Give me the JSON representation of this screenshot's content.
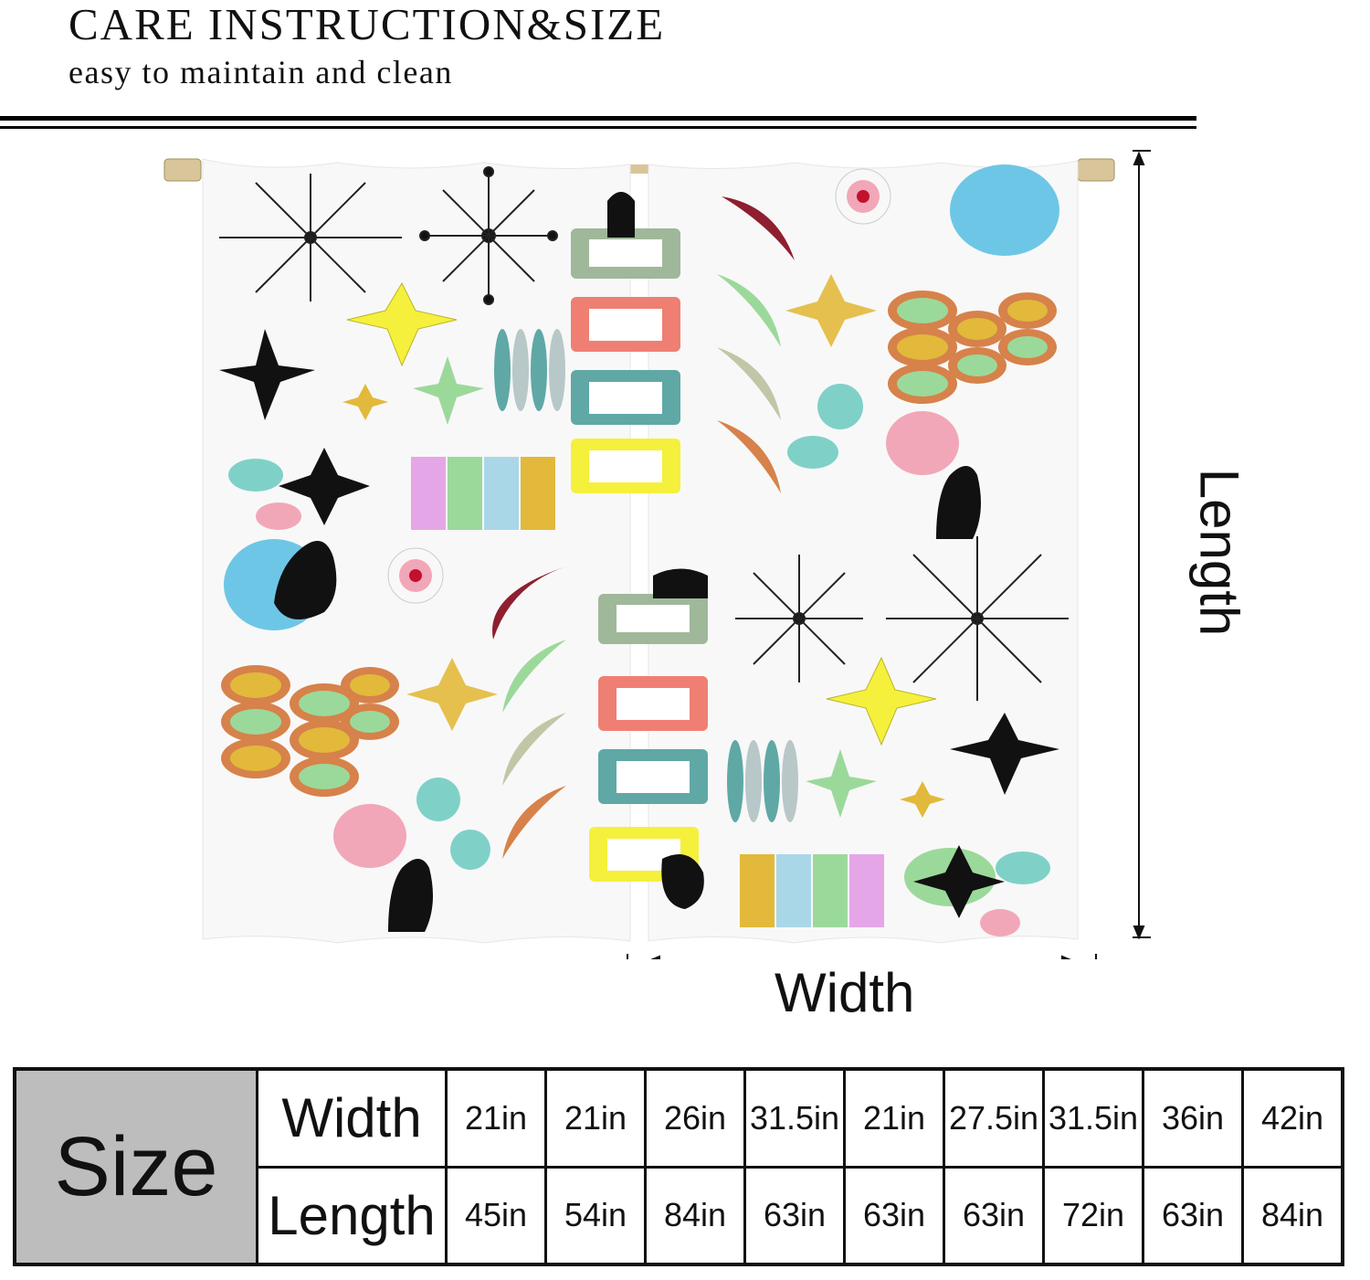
{
  "header": {
    "title": "CARE INSTRUCTION&SIZE",
    "subtitle": "easy to maintain and clean"
  },
  "diagram": {
    "width_label": "Width",
    "length_label": "Length"
  },
  "colors": {
    "teal": "#5fa8a6",
    "coral": "#ef7f73",
    "mustard": "#e2b93b",
    "sky": "#6ec6e6",
    "pink": "#f2a7b8",
    "sage": "#9fb89a",
    "lime": "#9bd99a",
    "maroon": "#8e1f2f",
    "rust": "#d6824a",
    "yellow": "#f5f03c"
  },
  "size_table": {
    "header": "Size",
    "width_label": "Width",
    "length_label": "Length",
    "widths": [
      "21in",
      "21in",
      "26in",
      "31.5in",
      "21in",
      "27.5in",
      "31.5in",
      "36in",
      "42in"
    ],
    "lengths": [
      "45in",
      "54in",
      "84in",
      "63in",
      "63in",
      "63in",
      "72in",
      "63in",
      "84in"
    ]
  }
}
